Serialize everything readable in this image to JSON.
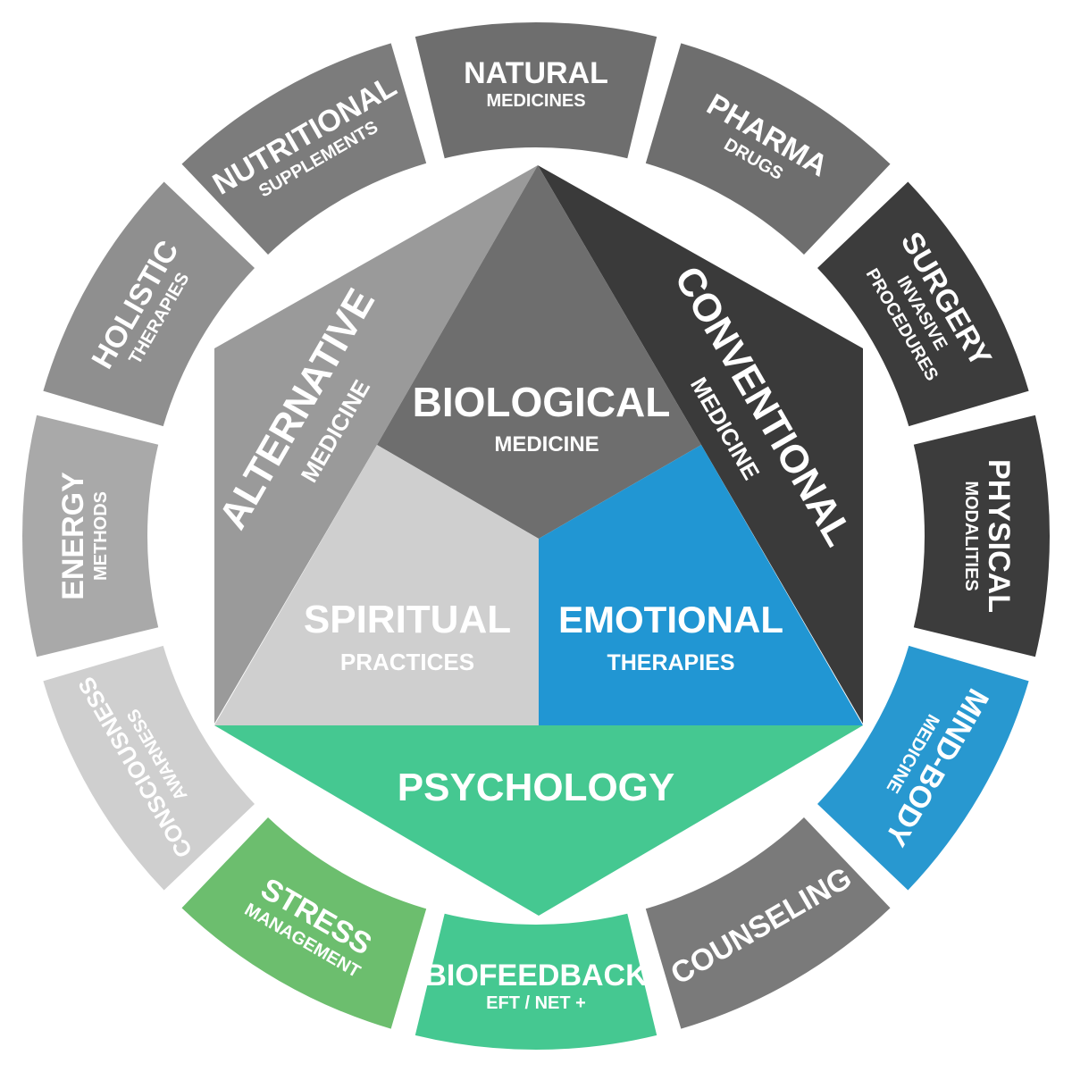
{
  "ring": [
    {
      "id": "natural",
      "main": "NATURAL",
      "sub": [
        "MEDICINES"
      ],
      "color": "#6e6e6e"
    },
    {
      "id": "pharma",
      "main": "PHARMA",
      "sub": [
        "DRUGS"
      ],
      "color": "#6e6e6e"
    },
    {
      "id": "surgery",
      "main": "SURGERY",
      "sub": [
        "INVASIVE",
        "PROCEDURES"
      ],
      "color": "#3c3c3c"
    },
    {
      "id": "physical",
      "main": "PHYSICAL",
      "sub": [
        "MODALITIES"
      ],
      "color": "#3c3c3c"
    },
    {
      "id": "mind-body",
      "main": "MIND-BODY",
      "sub": [
        "MEDICINE"
      ],
      "color": "#2898d0"
    },
    {
      "id": "counseling",
      "main": "COUNSELING",
      "sub": [],
      "color": "#7a7a7a"
    },
    {
      "id": "biofeedback",
      "main": "BIOFEEDBACK",
      "sub": [
        "EFT / NET +"
      ],
      "color": "#45c891"
    },
    {
      "id": "stress",
      "main": "STRESS",
      "sub": [
        "MANAGEMENT"
      ],
      "color": "#6cbe6e"
    },
    {
      "id": "consciousness",
      "main": "CONSCIOUSNESS",
      "sub": [
        "AWARNESS"
      ],
      "color": "#cfcfcf"
    },
    {
      "id": "energy",
      "main": "ENERGY",
      "sub": [
        "METHODS"
      ],
      "color": "#a9a9a9"
    },
    {
      "id": "holistic",
      "main": "HOLISTIC",
      "sub": [
        "THERAPIES"
      ],
      "color": "#8f8f8f"
    },
    {
      "id": "nutritional",
      "main": "NUTRITIONAL",
      "sub": [
        "SUPPLEMENTS"
      ],
      "color": "#7c7c7c"
    }
  ],
  "center": {
    "biological": {
      "main": "BIOLOGICAL",
      "sub": "MEDICINE",
      "color": "#6e6e6e"
    },
    "alternative": {
      "main": "ALTERNATIVE",
      "sub": "MEDICINE",
      "color": "#9a9a9a"
    },
    "conventional": {
      "main": "CONVENTIONAL",
      "sub": "MEDICINE",
      "color": "#3a3a3a"
    },
    "spiritual": {
      "main": "SPIRITUAL",
      "sub": "PRACTICES",
      "color": "#cfcfcf"
    },
    "emotional": {
      "main": "EMOTIONAL",
      "sub": "THERAPIES",
      "color": "#2196d3"
    },
    "psychology": {
      "main": "PSYCHOLOGY",
      "color": "#45c891"
    }
  }
}
